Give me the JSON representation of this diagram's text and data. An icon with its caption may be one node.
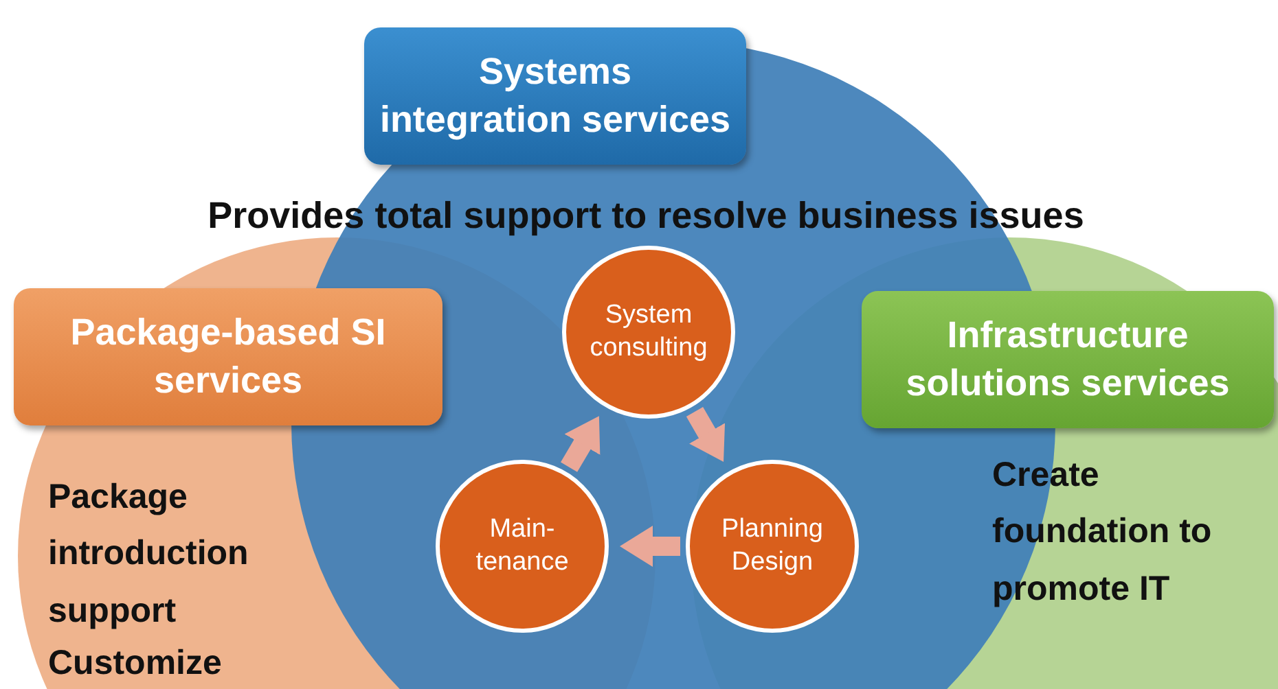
{
  "diagram": {
    "nodes": [
      {
        "text": [
          "Systems integration services"
        ]
      },
      {
        "text": [
          "Package-based SI services"
        ]
      },
      {
        "text": [
          "Infrastructure solutions services"
        ]
      },
      {
        "text": [
          "System consulting"
        ]
      },
      {
        "text": [
          "Planning Design"
        ]
      },
      {
        "text": [
          "Main- tenance"
        ]
      }
    ],
    "edges": [
      {
        "from": 3,
        "to": 4,
        "arrow": "to"
      },
      {
        "from": 4,
        "to": 5,
        "arrow": "to"
      },
      {
        "from": 5,
        "to": 3,
        "arrow": "to"
      }
    ],
    "labels": [
      "Provides total support to resolve business issues",
      "Package introduction support",
      "Customize",
      "Create foundation to promote IT"
    ]
  }
}
